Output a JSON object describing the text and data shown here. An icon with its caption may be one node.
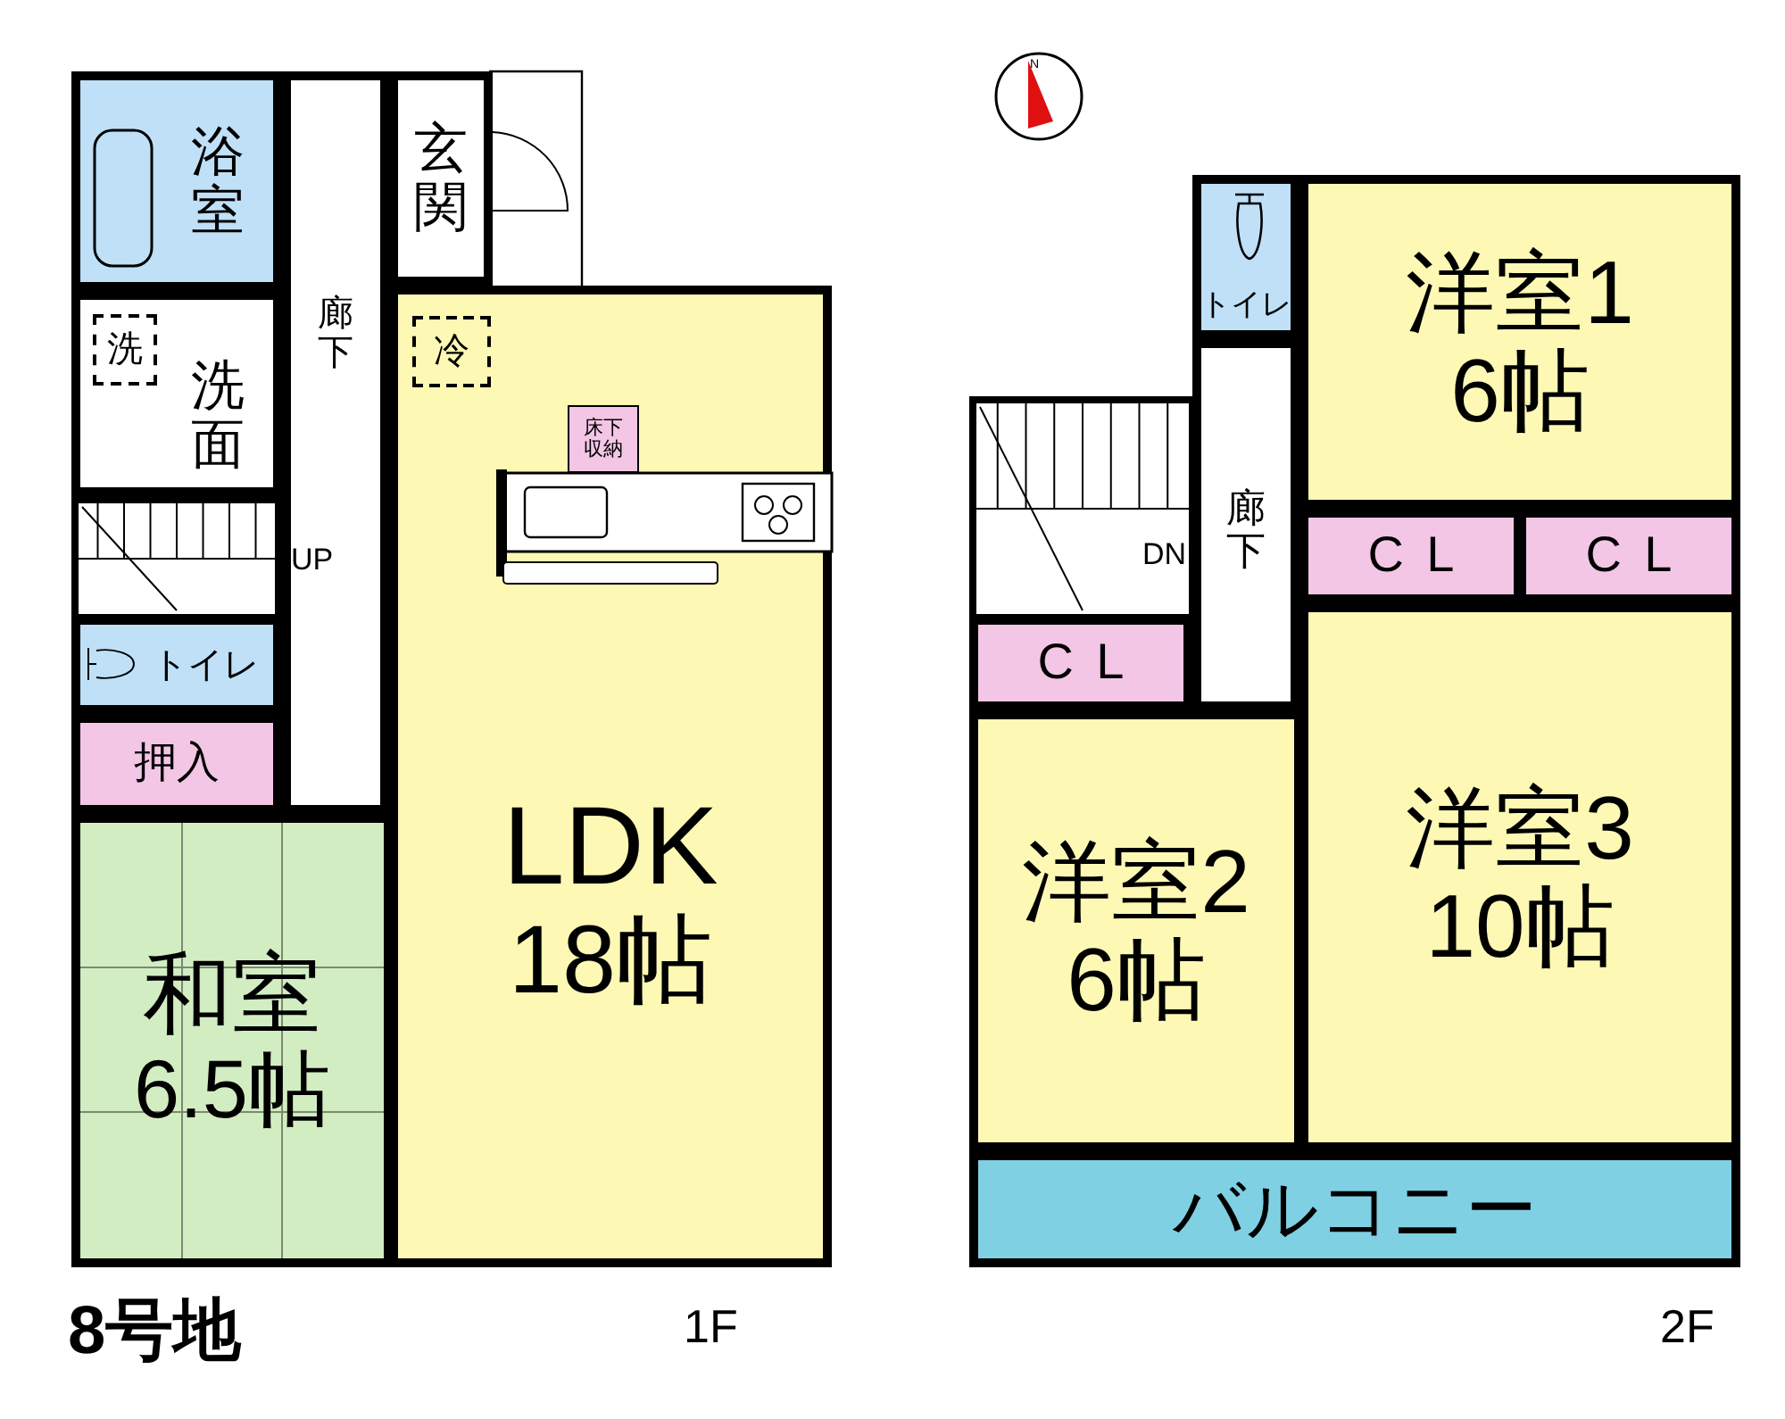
{
  "diagram": {
    "nodes": [
      {
        "text": [
          "浴室"
        ]
      },
      {
        "text": [
          "洗面"
        ]
      },
      {
        "text": [
          "洗"
        ],
        "in": 1
      },
      {
        "text": [
          "廊下"
        ]
      },
      {
        "text": [
          "玄関"
        ]
      },
      {
        "text": [
          "LDK",
          "18帖"
        ]
      },
      {
        "text": [
          "冷"
        ],
        "in": 5
      },
      {
        "text": [
          "床下収納"
        ],
        "in": 5
      },
      {
        "text": [
          "トイレ"
        ]
      },
      {
        "text": [
          "押入"
        ]
      },
      {
        "text": [
          "和室",
          "6.5帖"
        ]
      },
      {
        "text": [
          "トイレ"
        ]
      },
      {
        "text": [
          "洋室1",
          "6帖"
        ]
      },
      {
        "text": [
          "廊下"
        ]
      },
      {
        "text": [
          "CL"
        ]
      },
      {
        "text": [
          "CL"
        ]
      },
      {
        "text": [
          "CL"
        ]
      },
      {
        "text": [
          "洋室2",
          "6帖"
        ]
      },
      {
        "text": [
          "洋室3",
          "10帖"
        ]
      },
      {
        "text": [
          "バルコニー"
        ]
      }
    ],
    "labels": [
      "N",
      "UP",
      "DN",
      "8号地",
      "1F",
      "2F"
    ]
  }
}
